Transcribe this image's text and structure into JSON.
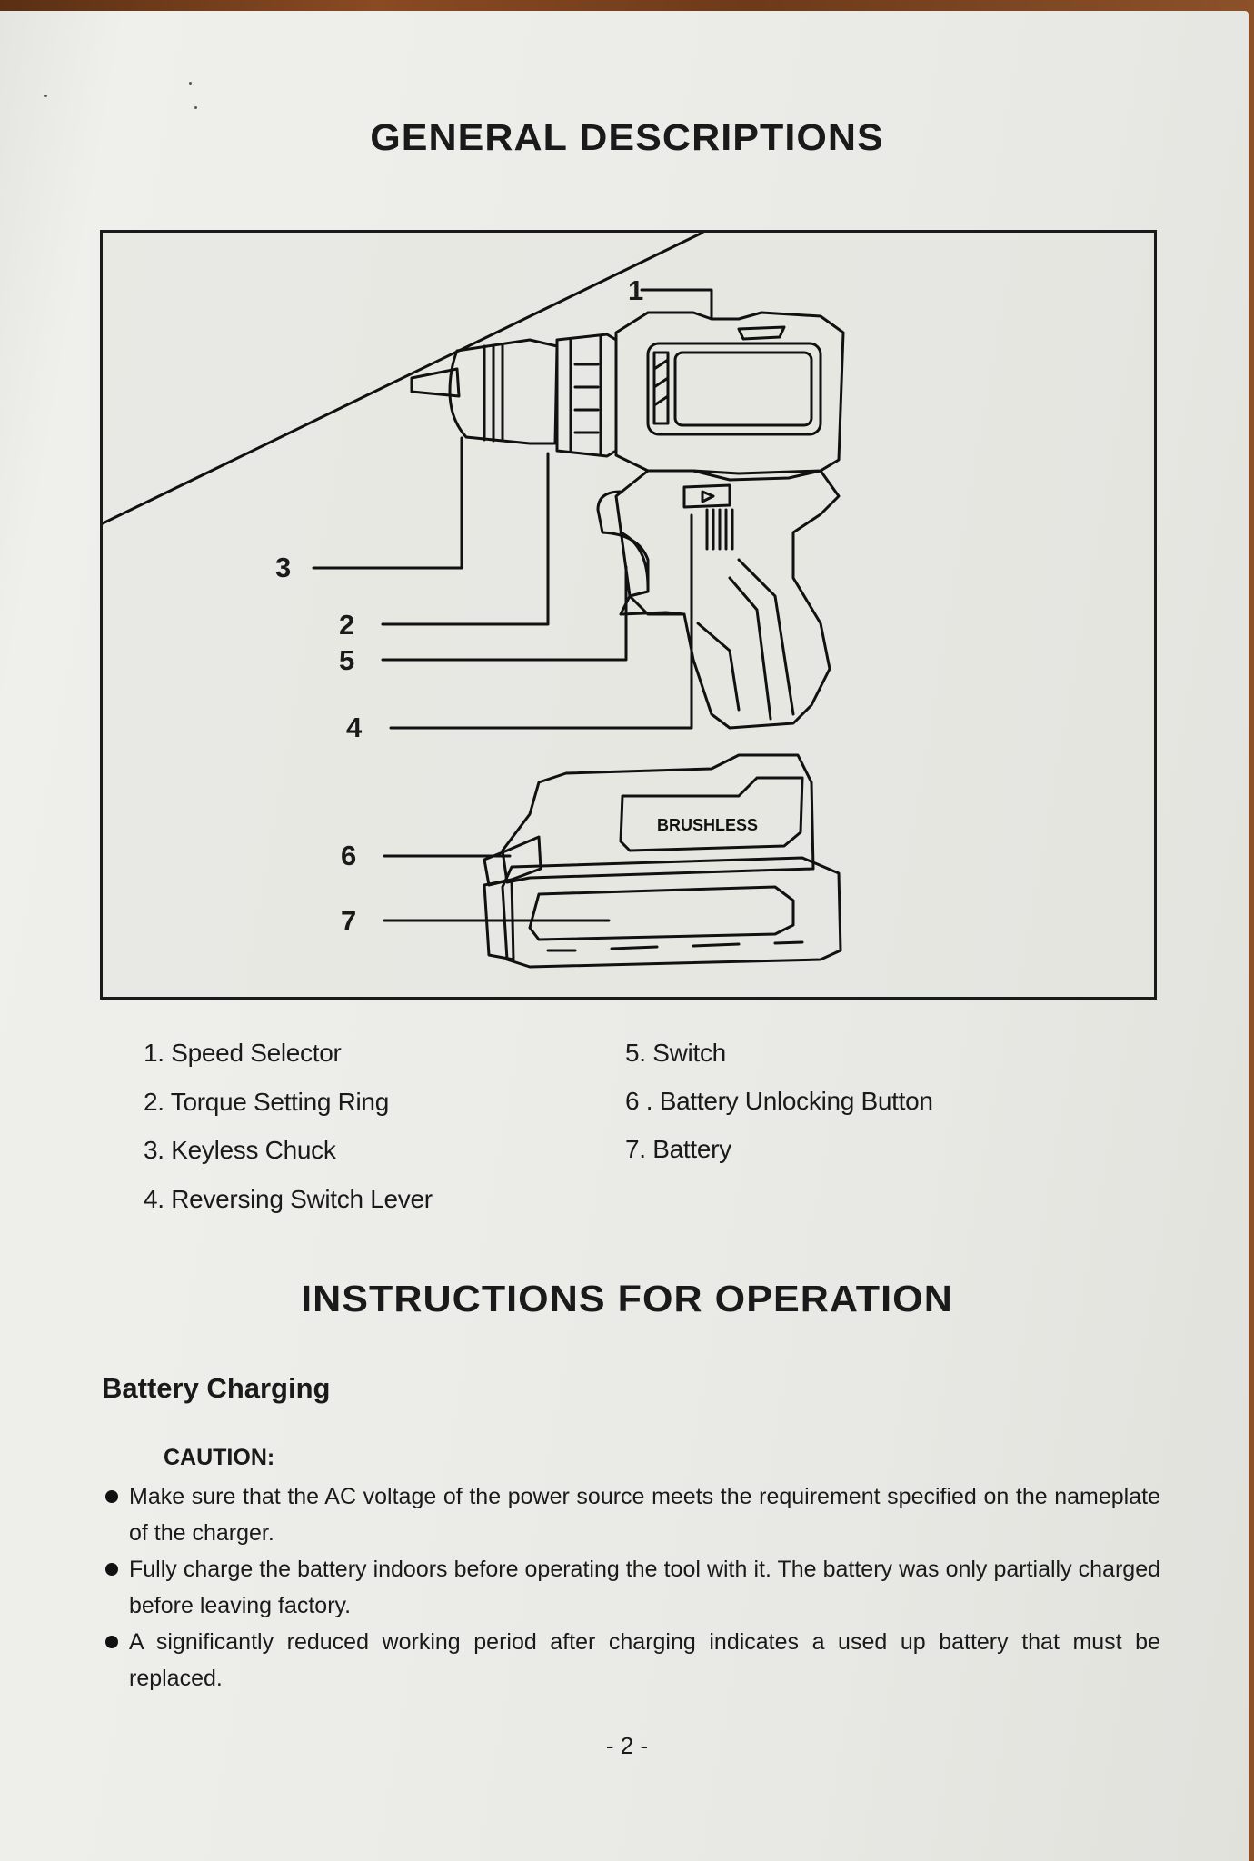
{
  "document": {
    "page_number": "- 2 -"
  },
  "general_descriptions": {
    "title": "GENERAL DESCRIPTIONS",
    "diagram": {
      "brand_label": "BRUSHLESS",
      "callouts": [
        "1",
        "2",
        "3",
        "4",
        "5",
        "6",
        "7"
      ]
    },
    "parts_left": [
      {
        "num": "1.",
        "label": "Speed Selector"
      },
      {
        "num": "2.",
        "label": "Torque Setting Ring"
      },
      {
        "num": "3.",
        "label": "Keyless Chuck"
      },
      {
        "num": "4.",
        "label": "Reversing Switch Lever"
      }
    ],
    "parts_right": [
      {
        "num": "5.",
        "label": "Switch"
      },
      {
        "num": "6 .",
        "label": "Battery Unlocking Button"
      },
      {
        "num": "7.",
        "label": "Battery"
      }
    ]
  },
  "instructions": {
    "title": "INSTRUCTIONS FOR OPERATION",
    "section_title": "Battery Charging",
    "caution_label": "CAUTION:",
    "bullets": [
      "Make sure that the AC voltage of the power source meets the requirement specified on the nameplate of the charger.",
      "Fully charge the battery indoors before operating the tool with it. The battery was only partially charged before leaving factory.",
      "A significantly reduced working period after charging indicates a used up battery that must be replaced."
    ]
  },
  "colors": {
    "ink": "#1a1a1a",
    "paper": "#ecece8",
    "table_wood": "#6b3a1c"
  }
}
